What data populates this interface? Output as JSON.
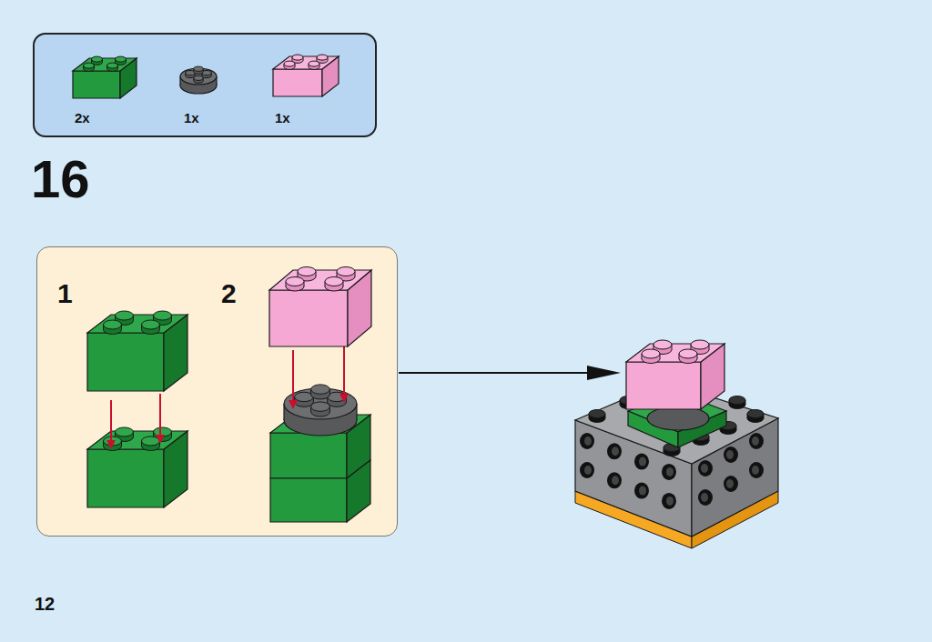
{
  "diagram": {
    "nodes": [
      {
        "text": [
          "2x",
          "1x",
          "1x"
        ]
      },
      {
        "text": [
          "1",
          "2"
        ]
      }
    ],
    "labels": [
      "16",
      "12"
    ]
  }
}
